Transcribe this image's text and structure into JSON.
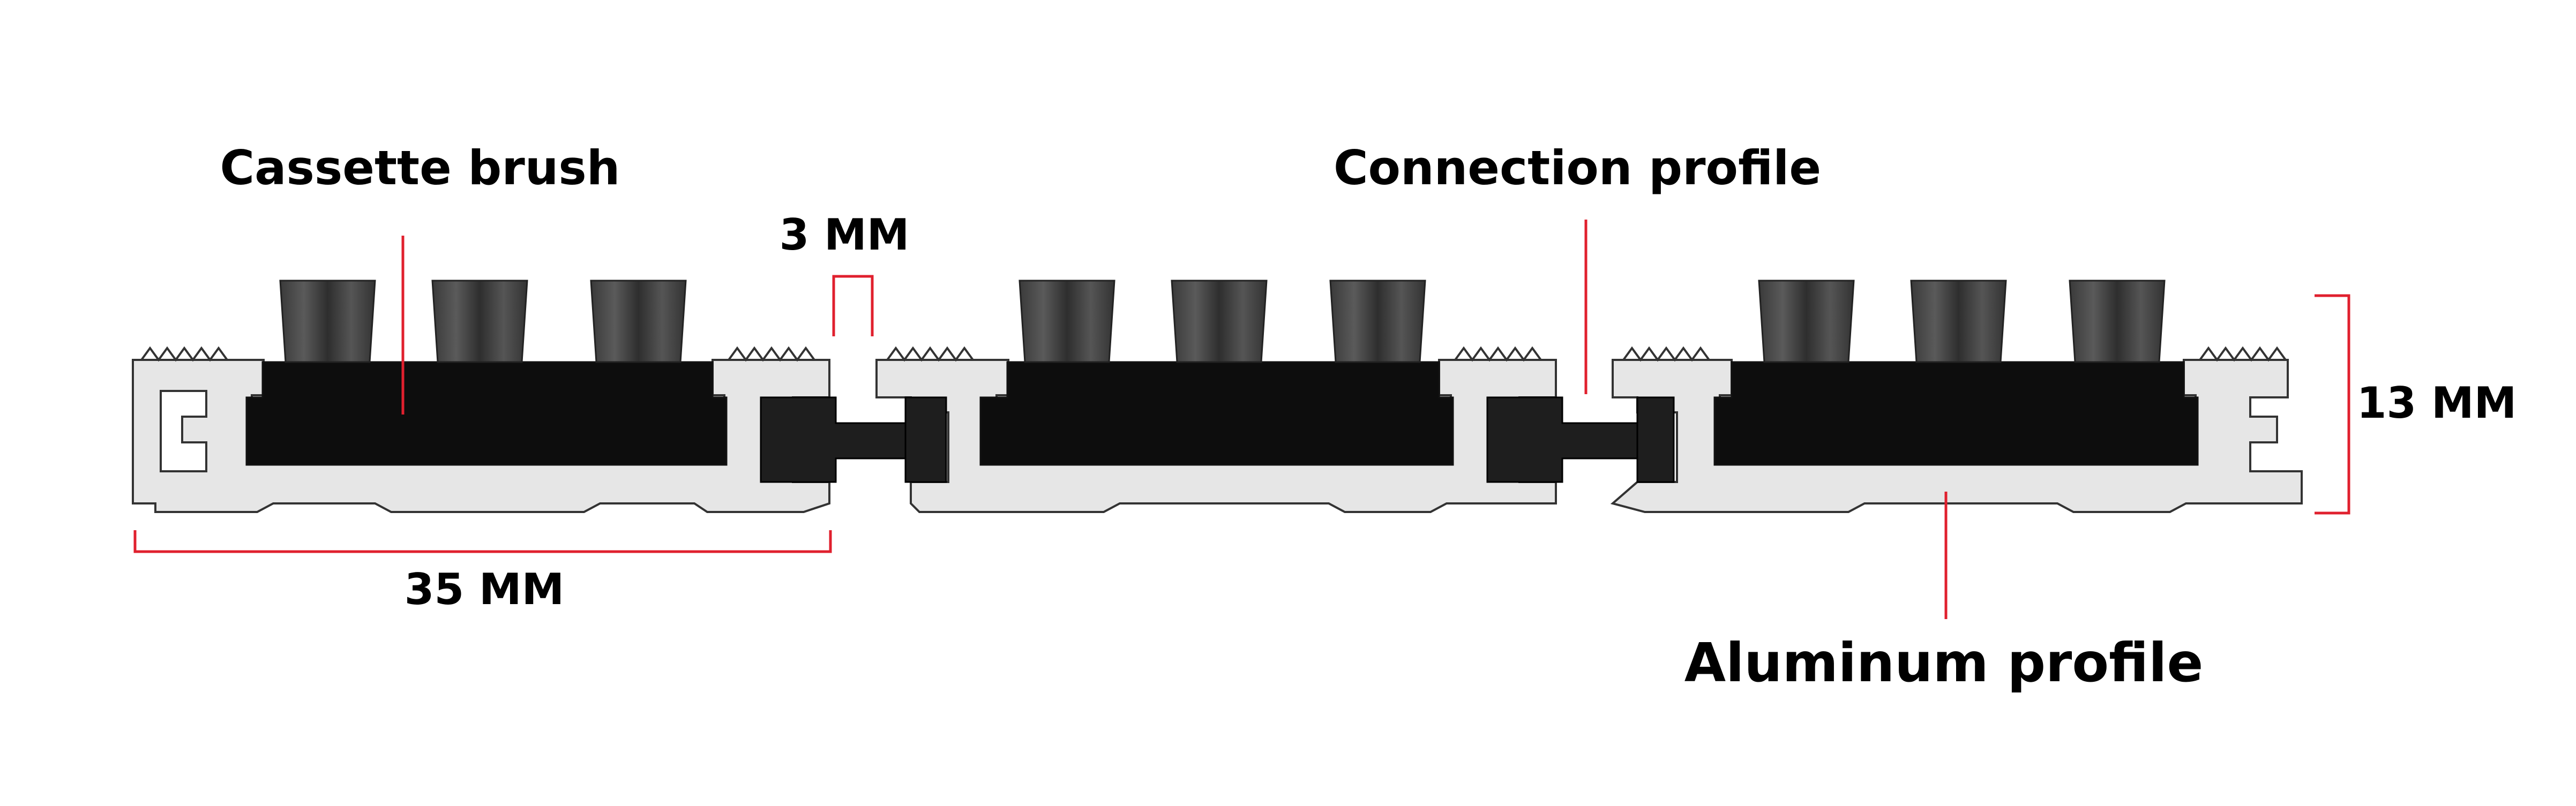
{
  "labels": {
    "cassette_brush": "Cassette brush",
    "connection_profile": "Connection profile",
    "aluminum_profile": "Aluminum profile"
  },
  "dimensions": {
    "gap": "3 MM",
    "width": "35 MM",
    "height": "13 MM"
  },
  "colors": {
    "annotation_line": "#e0202e",
    "profile_fill": "#e6e6e6",
    "profile_stroke": "#333333",
    "insert_fill": "#0d0d0d",
    "bristle_fill": "#4a4a4a",
    "connector_fill": "#1e1e1e"
  }
}
